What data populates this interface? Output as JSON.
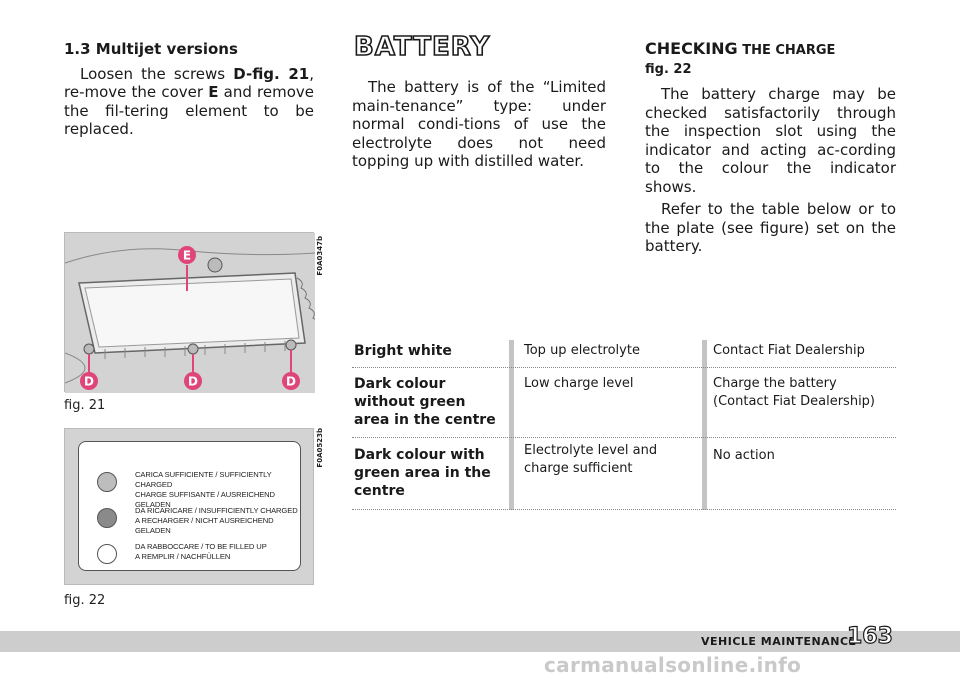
{
  "left_column": {
    "heading": "1.3 Multijet versions",
    "para_prefix": "Loosen the screws ",
    "ref_d": "D-fig. 21",
    "para_mid": ", re-move the cover ",
    "ref_e": "E",
    "para_suffix": " and remove the fil-tering element to be replaced."
  },
  "battery": {
    "title": "BATTERY",
    "paragraph": "The battery is of the “Limited main-tenance” type: under normal condi-tions of use the electrolyte does not need topping up with distilled water."
  },
  "checking": {
    "title_big": "CHECKING",
    "title_small": " THE CHARGE",
    "fig_ref": "fig. 22",
    "para1": "The battery charge may be checked satisfactorily through the inspection slot using the indicator and acting ac-cording to the colour the indicator shows.",
    "para2": "Refer to the table below or to the plate (see figure) set on the battery."
  },
  "fig21": {
    "code": "F0A0347b",
    "caption": "fig. 21",
    "label_e": "E",
    "label_d": "D"
  },
  "fig22": {
    "code": "F0A0523b",
    "caption": "fig. 22",
    "plate": [
      {
        "line1": "CARICA SUFFICIENTE / SUFFICIENTLY CHARGED",
        "line2": "CHARGE SUFFISANTE / AUSREICHEND GELADEN",
        "fill": "#bdbdbd"
      },
      {
        "line1": "DA RICARICARE / INSUFFICIENTLY CHARGED",
        "line2": "A RECHARGER / NICHT AUSREICHEND GELADEN",
        "fill": "#8a8a8a"
      },
      {
        "line1": "DA RABBOCCARE / TO BE FILLED UP",
        "line2": "A REMPLIR / NACHFÜLLEN",
        "fill": "#ffffff"
      }
    ]
  },
  "table": {
    "rows": [
      {
        "indicator": "Bright white",
        "meaning": "Top up electrolyte",
        "action": "Contact Fiat Dealership"
      },
      {
        "indicator": "Dark colour without green area in the centre",
        "meaning": "Low charge level",
        "action": "Charge the battery (Contact Fiat Dealership)"
      },
      {
        "indicator": "Dark colour with green area in the centre",
        "meaning": "Electrolyte level and charge sufficient",
        "action": "No action"
      }
    ]
  },
  "footer": {
    "section": "VEHICLE MAINTENANCE",
    "page": "163",
    "watermark": "carmanualsonline.info"
  },
  "colors": {
    "label_accent": "#e0457a",
    "footer_bar": "#cdcdcd"
  }
}
